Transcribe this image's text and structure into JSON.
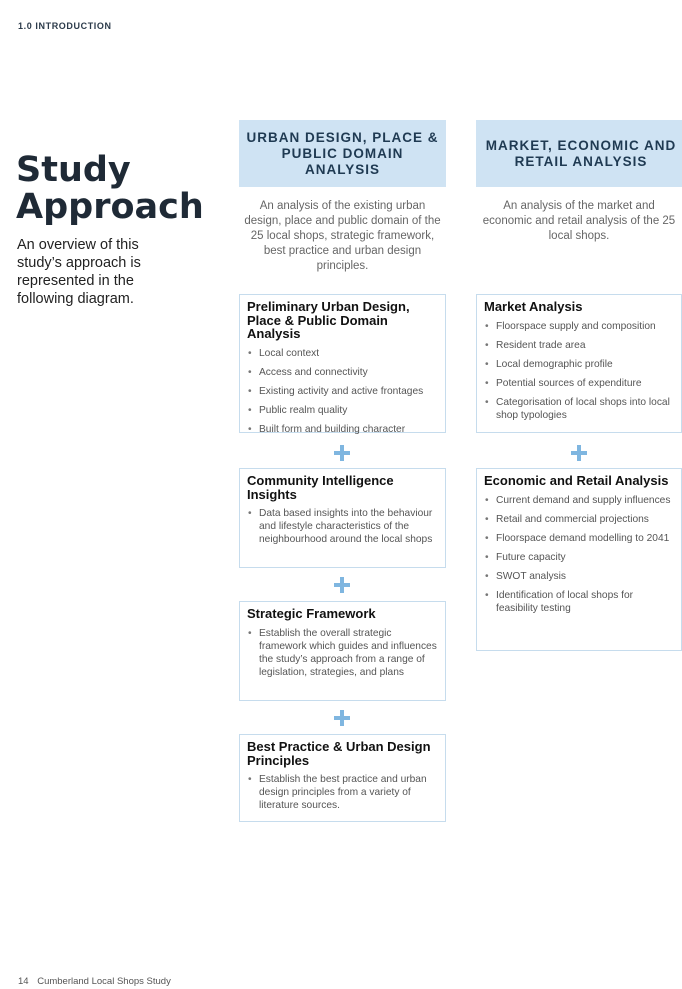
{
  "section_label": "1.0 INTRODUCTION",
  "title_line1": "Study",
  "title_line2": "Approach",
  "intro": "An overview of this study’s approach is represented in the following diagram.",
  "columns": [
    {
      "header": "URBAN DESIGN, PLACE & PUBLIC DOMAIN ANALYSIS",
      "description": "An analysis of the existing urban design, place and public domain of the 25 local shops, strategic framework, best practice and urban design principles.",
      "boxes": [
        {
          "title": "Preliminary Urban Design, Place & Public Domain Analysis",
          "items": [
            "Local context",
            "Access and connectivity",
            "Existing activity and active frontages",
            "Public realm quality",
            "Built form and building character"
          ]
        },
        {
          "title": "Community Intelligence Insights",
          "items": [
            "Data based insights into the behaviour and lifestyle characteristics of the neighbourhood around the local shops"
          ]
        },
        {
          "title": "Strategic Framework",
          "items": [
            "Establish the overall strategic framework which guides and influences the study’s approach from a range of legislation, strategies, and plans"
          ]
        },
        {
          "title": "Best Practice & Urban Design Principles",
          "items": [
            "Establish the best practice and urban design principles from a variety of literature sources."
          ]
        }
      ]
    },
    {
      "header": "MARKET, ECONOMIC AND RETAIL ANALYSIS",
      "description": "An analysis of the market and economic and retail analysis of the 25 local shops.",
      "boxes": [
        {
          "title": "Market Analysis",
          "items": [
            "Floorspace supply and composition",
            "Resident trade area",
            "Local demographic profile",
            "Potential sources of expenditure",
            "Categorisation of local shops into local shop typologies"
          ]
        },
        {
          "title": "Economic and Retail Analysis",
          "items": [
            "Current demand and supply influences",
            "Retail and commercial projections",
            "Floorspace demand modelling to 2041",
            "Future capacity",
            "SWOT analysis",
            "Identification of local shops for feasibility testing"
          ]
        }
      ]
    }
  ],
  "footer": {
    "page_number": "14",
    "doc_title": "Cumberland Local Shops Study"
  },
  "colors": {
    "header_bg": "#cfe3f3",
    "box_border": "#c6dced",
    "plus": "#7fb6e0",
    "title": "#1f2a36"
  }
}
